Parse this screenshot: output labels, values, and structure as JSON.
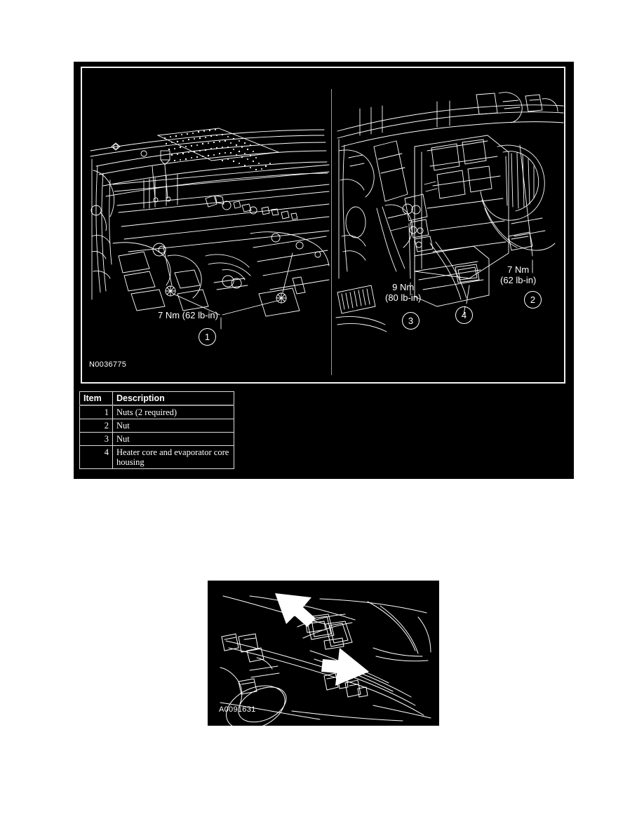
{
  "figure1": {
    "id_label": "N0036775",
    "panels": {
      "left": {
        "torque_labels": [
          {
            "text": "7 Nm (62 lb-in)"
          }
        ],
        "callouts": [
          {
            "number": "1"
          }
        ]
      },
      "right": {
        "torque_labels": [
          {
            "text": "9 Nm\n(80 lb-in)"
          },
          {
            "text": "7 Nm\n(62 lb-in)"
          }
        ],
        "callouts": [
          {
            "number": "3"
          },
          {
            "number": "4"
          },
          {
            "number": "2"
          }
        ]
      }
    }
  },
  "parts_table": {
    "headers": {
      "item": "Item",
      "description": "Description"
    },
    "rows": [
      {
        "item": "1",
        "description": "Nuts (2 required)"
      },
      {
        "item": "2",
        "description": "Nut"
      },
      {
        "item": "3",
        "description": "Nut"
      },
      {
        "item": "4",
        "description": "Heater core and evaporator core housing"
      }
    ]
  },
  "figure2": {
    "id_label": "A0091631"
  }
}
